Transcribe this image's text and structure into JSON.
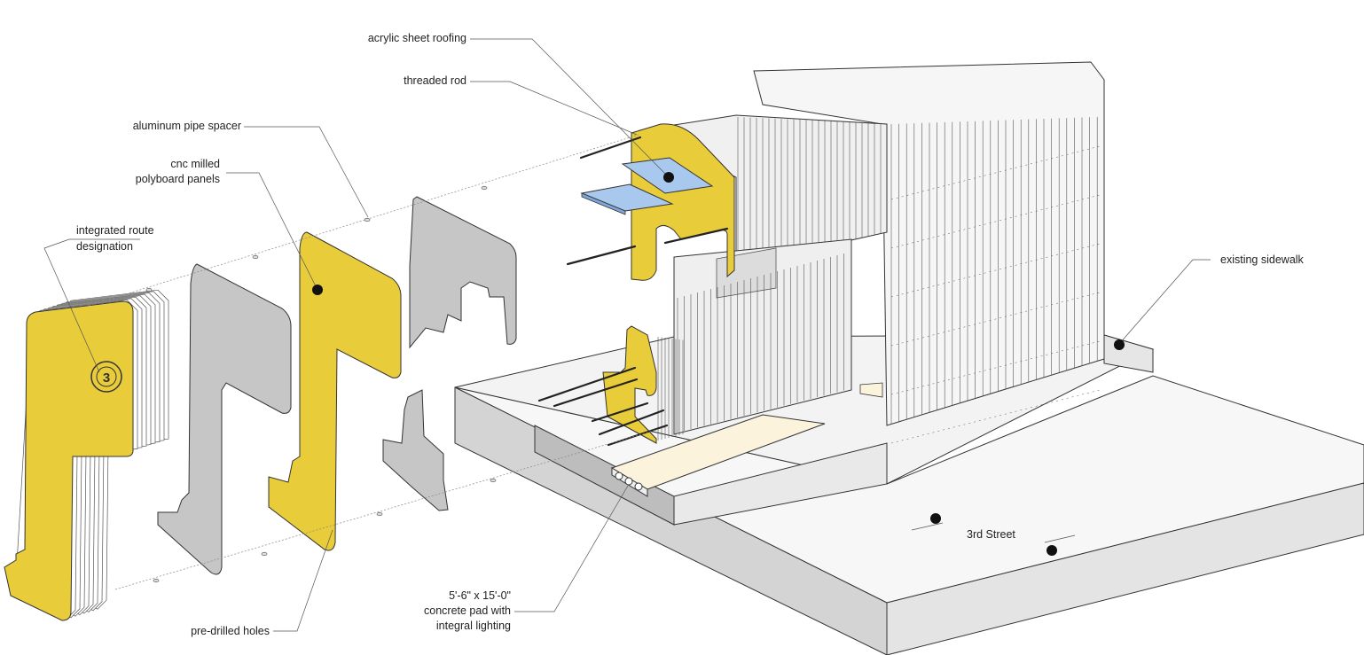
{
  "labels": {
    "acrylic_roofing": "acrylic sheet roofing",
    "threaded_rod": "threaded rod",
    "pipe_spacer": "aluminum pipe spacer",
    "cnc_panels_1": "cnc milled",
    "cnc_panels_2": "polyboard panels",
    "route_1": "integrated route",
    "route_2": "designation",
    "sidewalk": "existing sidewalk",
    "street": "3rd Street",
    "pad_1": "5'-6\" x 15'-0\"",
    "pad_2": "concrete pad with",
    "pad_3": "integral lighting",
    "holes": "pre-drilled holes",
    "route_number": "3"
  },
  "colors": {
    "yellow": "#e8cc3a",
    "grey_panel": "#c6c6c6",
    "acrylic": "#a9c8ee",
    "light": "#fbf3dc",
    "concrete": "#f2f2f2",
    "concrete_dark": "#cfcfcf"
  }
}
